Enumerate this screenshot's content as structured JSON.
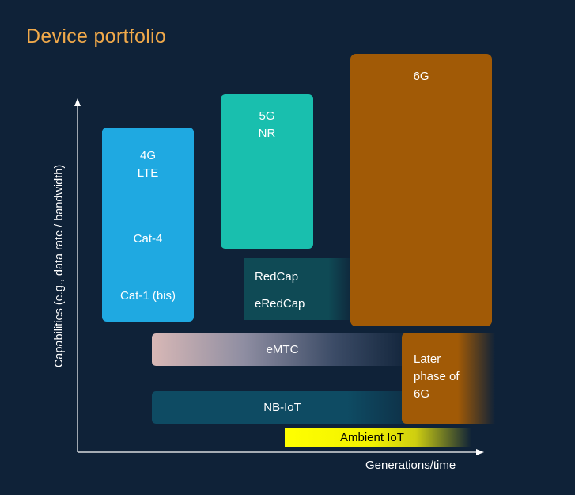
{
  "title": "Device portfolio",
  "axes": {
    "y_label": "Capabilities (e.g., data rate / bandwidth)",
    "x_label": "Generations/time"
  },
  "boxes": {
    "lte": {
      "line1": "4G",
      "line2": "LTE",
      "cat4": "Cat-4",
      "cat1": "Cat-1 (bis)"
    },
    "nr": {
      "line1": "5G",
      "line2": "NR"
    },
    "g6": {
      "label": "6G"
    },
    "redcap": {
      "label1": "RedCap",
      "label2": "eRedCap"
    }
  },
  "bars": {
    "emtc": "eMTC",
    "nbiot": "NB-IoT",
    "ambient": "Ambient IoT"
  },
  "later_phase": {
    "line1": "Later",
    "line2": "phase of",
    "line3": "6G"
  },
  "colors": {
    "background": "#0f2238",
    "title": "#f0a94a",
    "lte": "#1fa9e1",
    "nr": "#19bfae",
    "g6": "#a15a06",
    "redcap": "#0f4a55",
    "nbiot": "#0e4b63",
    "ambient": "#ffff00"
  }
}
